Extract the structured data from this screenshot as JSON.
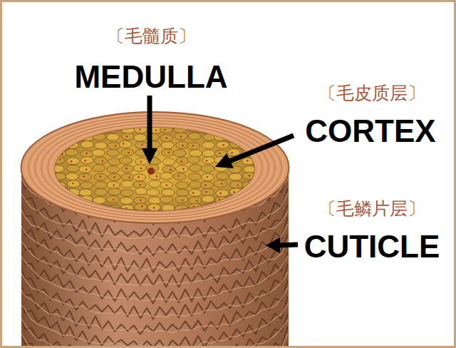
{
  "diagram": {
    "labels": [
      "〔毛髓质〕",
      "MEDULLA",
      "〔毛皮质层〕",
      "CORTEX",
      "〔毛鳞片层〕",
      "CUTICLE"
    ]
  }
}
